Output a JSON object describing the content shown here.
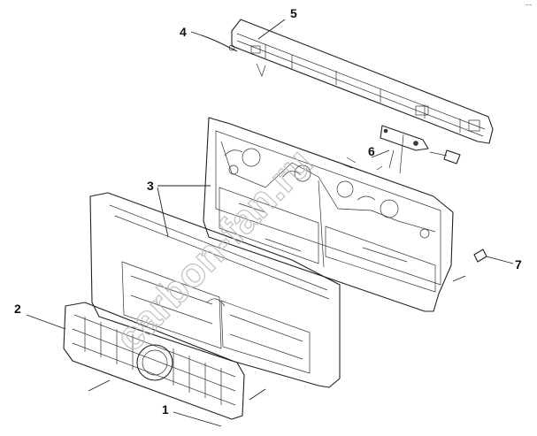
{
  "watermark": "carbon-fan.ru",
  "corner_mark": "⁼⁼",
  "callouts": [
    {
      "id": "1",
      "text": "1"
    },
    {
      "id": "2",
      "text": "2"
    },
    {
      "id": "3",
      "text": "3"
    },
    {
      "id": "4",
      "text": "4"
    },
    {
      "id": "5",
      "text": "5"
    },
    {
      "id": "6",
      "text": "6"
    },
    {
      "id": "7",
      "text": "7"
    }
  ]
}
